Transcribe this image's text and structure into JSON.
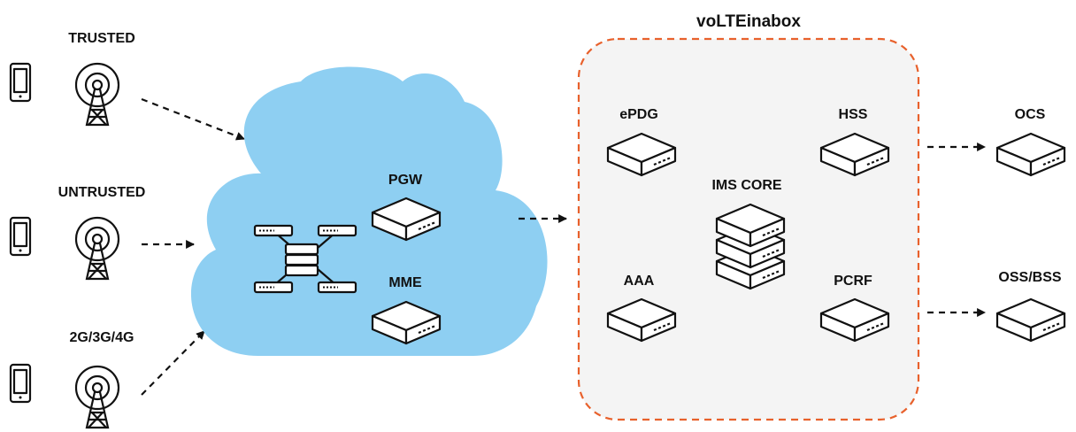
{
  "diagram": {
    "title": "voLTEinabox",
    "access": {
      "trusted": "TRUSTED",
      "untrusted": "UNTRUSTED",
      "legacy": "2G/3G/4G"
    },
    "cloud": {
      "pgw": "PGW",
      "mme": "MME"
    },
    "box": {
      "epdg": "ePDG",
      "hss": "HSS",
      "ims": "IMS CORE",
      "aaa": "AAA",
      "pcrf": "PCRF"
    },
    "external": {
      "ocs": "OCS",
      "oss": "OSS/BSS"
    },
    "colors": {
      "cloud": "#8ecff2",
      "box_fill": "#f4f4f4",
      "box_border": "#e8612c",
      "stroke": "#111111"
    }
  }
}
